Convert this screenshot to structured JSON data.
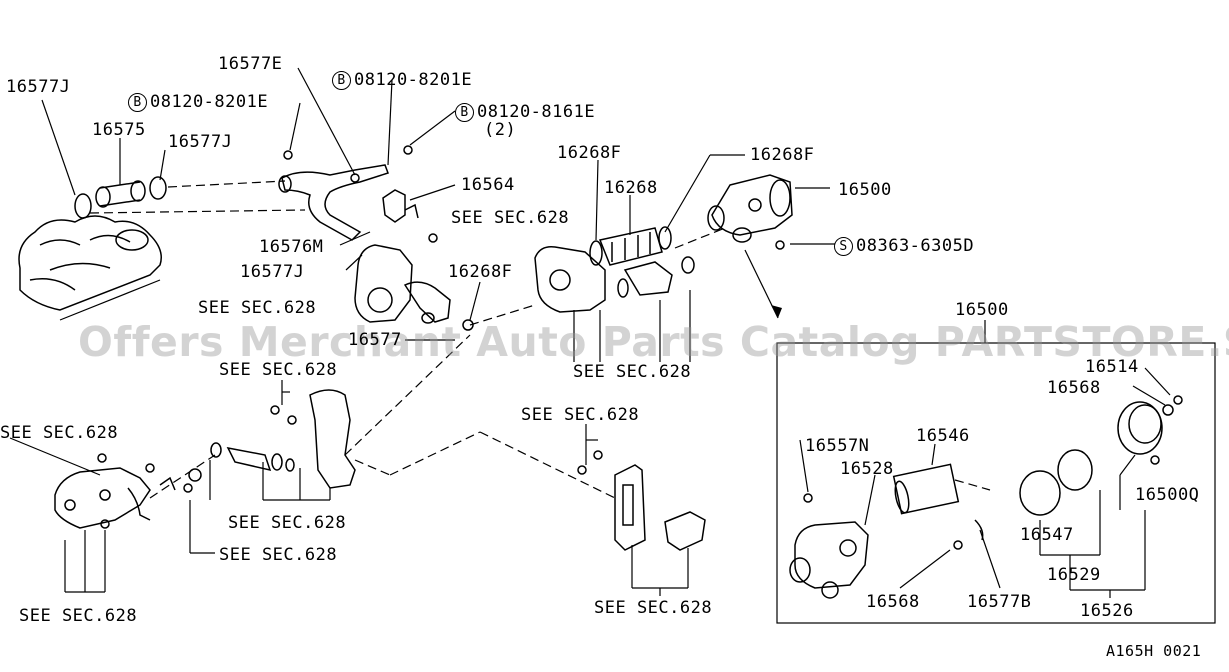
{
  "labels": {
    "p16577J_a": "16577J",
    "p16577E": "16577E",
    "b1_code": "08120-8201E",
    "b2_code": "08120-8201E",
    "b3_code": "08120-8161E",
    "b3_qty": "(2)",
    "bolt_symbol": "B",
    "screw_symbol": "S",
    "p16575": "16575",
    "p16577J_b": "16577J",
    "p16268F_a": "16268F",
    "p16268F_b": "16268F",
    "p16268": "16268",
    "p16500_a": "16500",
    "p16564": "16564",
    "see628_a": "SEE SEC.628",
    "s_code": "08363-6305D",
    "p16576M": "16576M",
    "p16577J_c": "16577J",
    "p16268F_c": "16268F",
    "see628_b": "SEE SEC.628",
    "p16577": "16577",
    "p16500_b": "16500",
    "see628_c": "SEE SEC.628",
    "p16514": "16514",
    "p16568_a": "16568",
    "see628_d": "SEE SEC.628",
    "see628_e": "SEE SEC.628",
    "see628_f": "SEE SEC.628",
    "p16546": "16546",
    "p16557N": "16557N",
    "p16528": "16528",
    "p16500Q": "16500Q",
    "see628_g": "SEE SEC.628",
    "p16547": "16547",
    "see628_h": "SEE SEC.628",
    "p16529": "16529",
    "p16568_b": "16568",
    "p16577B": "16577B",
    "see628_i": "SEE SEC.628",
    "see628_j": "SEE SEC.628",
    "p16526": "16526",
    "ref_code": "A165H 0021"
  },
  "watermark": "Offers Merchant Auto Parts Catalog PARTSTORE.SA"
}
